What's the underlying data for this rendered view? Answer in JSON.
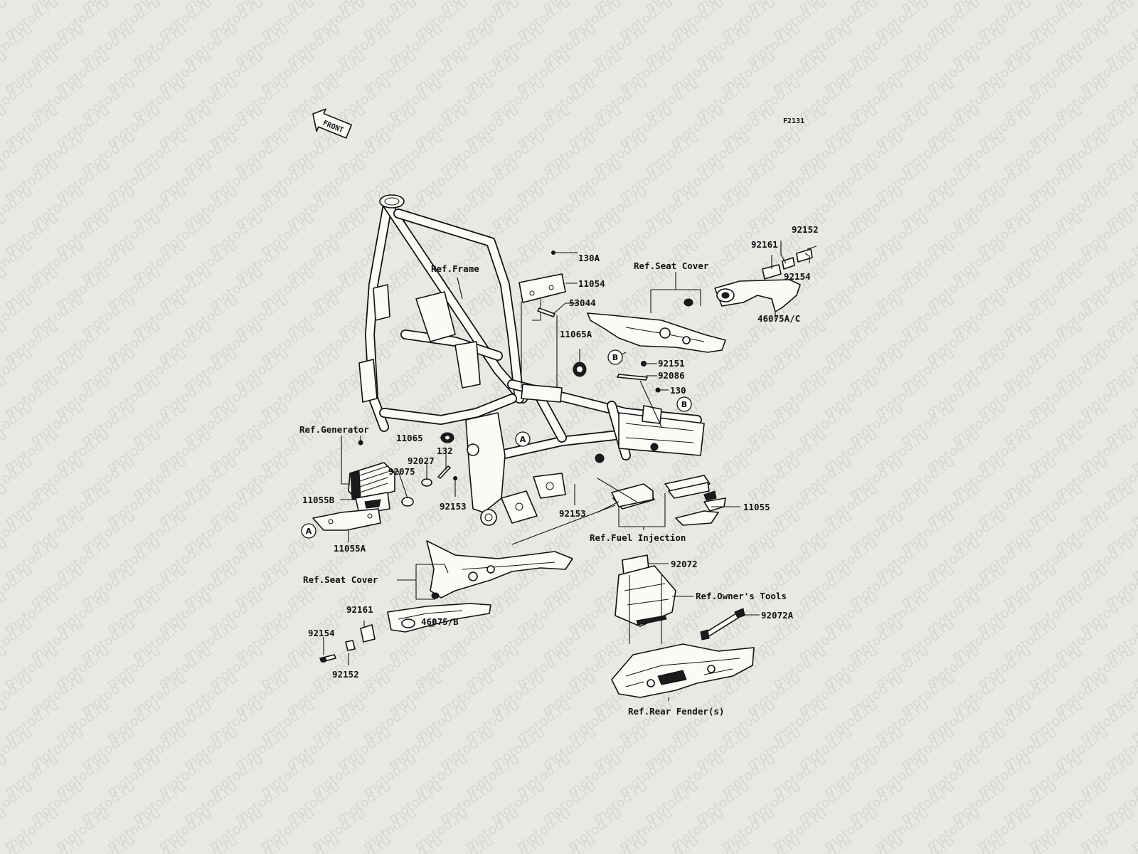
{
  "watermark": "motod.ru",
  "figure_code": "F2131",
  "front_arrow": "FRONT",
  "refs": {
    "frame": "Ref.Frame",
    "seat_cover_top": "Ref.Seat Cover",
    "generator": "Ref.Generator",
    "fuel_injection": "Ref.Fuel Injection",
    "seat_cover_bottom": "Ref.Seat Cover",
    "owners_tools": "Ref.Owner's Tools",
    "rear_fender": "Ref.Rear Fender(s)"
  },
  "parts": {
    "p130A": "130A",
    "p11054": "11054",
    "p53044": "53044",
    "p11065A": "11065A",
    "p92151": "92151",
    "p92086": "92086",
    "p130": "130",
    "p92152_top": "92152",
    "p92161_top": "92161",
    "p92154_top": "92154",
    "p46075AC": "46075A/C",
    "p11065": "11065",
    "p92027": "92027",
    "p132": "132",
    "p92075": "92075",
    "p11055B": "11055B",
    "p92153_a": "92153",
    "p92153_b": "92153",
    "p11055A": "11055A",
    "p11055": "11055",
    "p92072": "92072",
    "p92072A": "92072A",
    "p92161_bot": "92161",
    "p46075B": "46075/B",
    "p92154_bot": "92154",
    "p92152_bot": "92152"
  },
  "markers": {
    "a1": "A",
    "a2": "A",
    "b1": "B",
    "b2": "B"
  }
}
